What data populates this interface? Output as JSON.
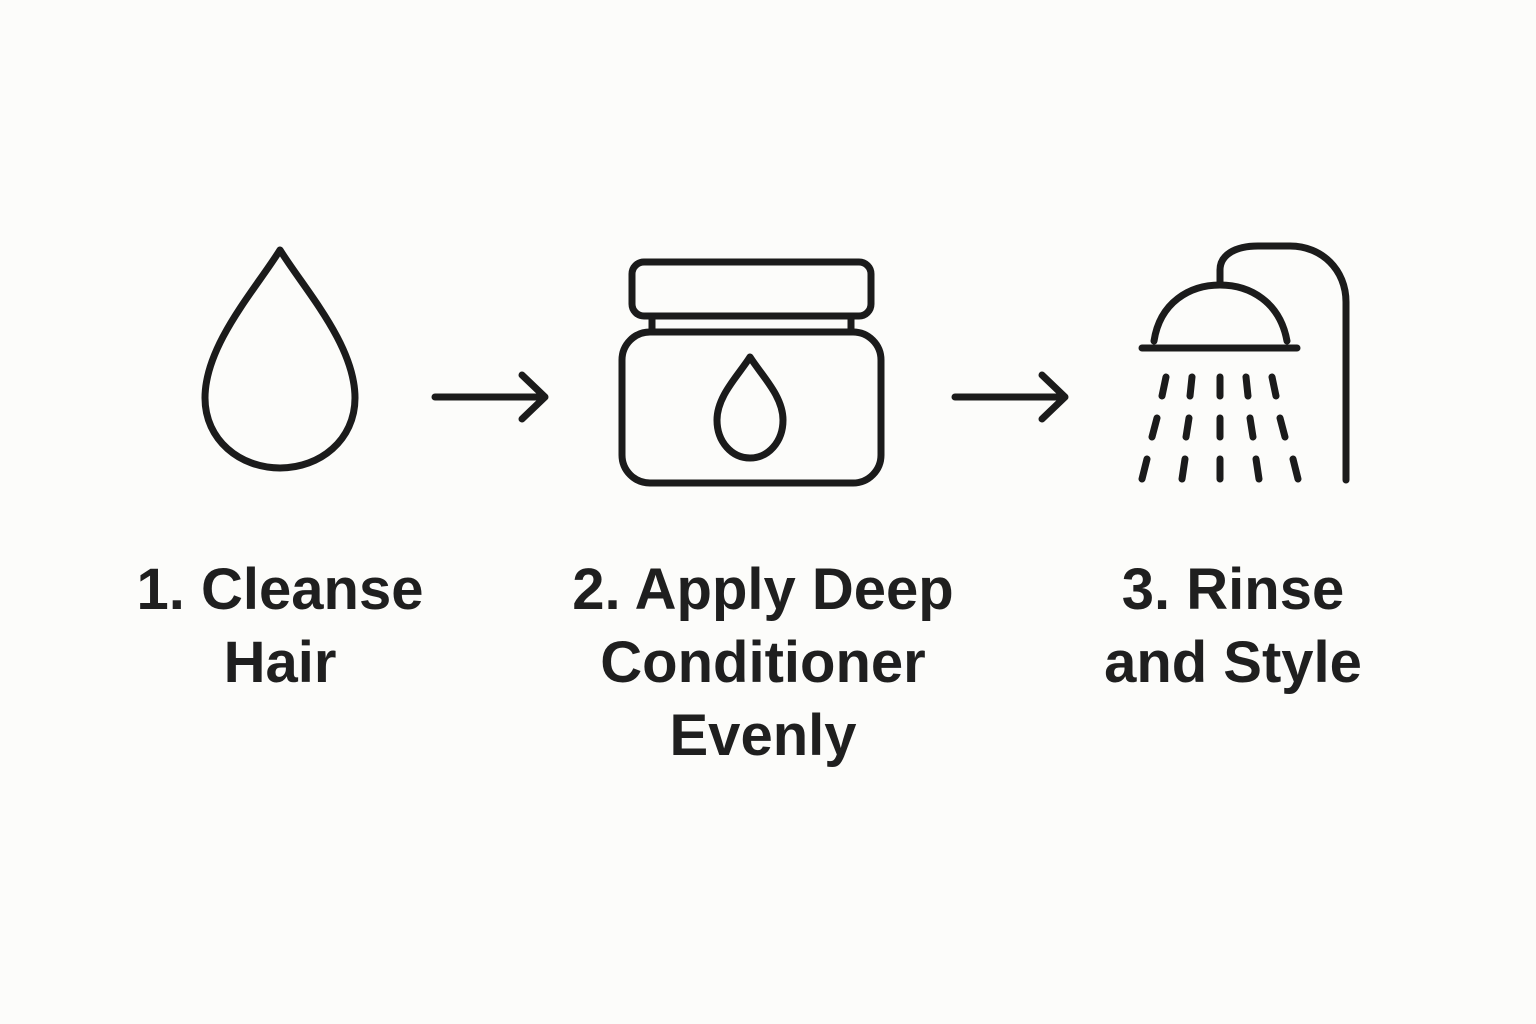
{
  "colors": {
    "background": "#fcfcfa",
    "icon_stroke": "#1b1b1b",
    "text": "#1f1f1f"
  },
  "steps": [
    {
      "icon": "water-drop-icon",
      "lines": [
        "1. Cleanse",
        "Hair"
      ]
    },
    {
      "icon": "conditioner-jar-icon",
      "lines": [
        "2. Apply Deep",
        "Conditioner",
        "Evenly"
      ]
    },
    {
      "icon": "shower-head-icon",
      "lines": [
        "3. Rinse",
        "and Style"
      ]
    }
  ],
  "connectors": [
    "right-arrow-icon",
    "right-arrow-icon"
  ]
}
